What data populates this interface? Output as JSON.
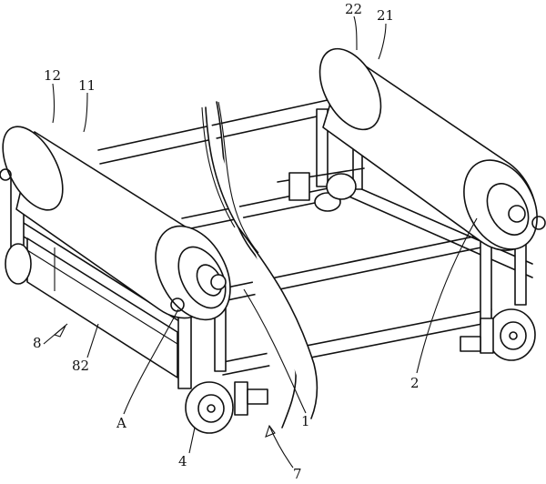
{
  "diagram": {
    "labels": {
      "l22": "22",
      "l21": "21",
      "l12": "12",
      "l11": "11",
      "l8": "8",
      "l82": "82",
      "lA": "A",
      "l4": "4",
      "l1": "1",
      "l7": "7",
      "l2": "2"
    }
  }
}
